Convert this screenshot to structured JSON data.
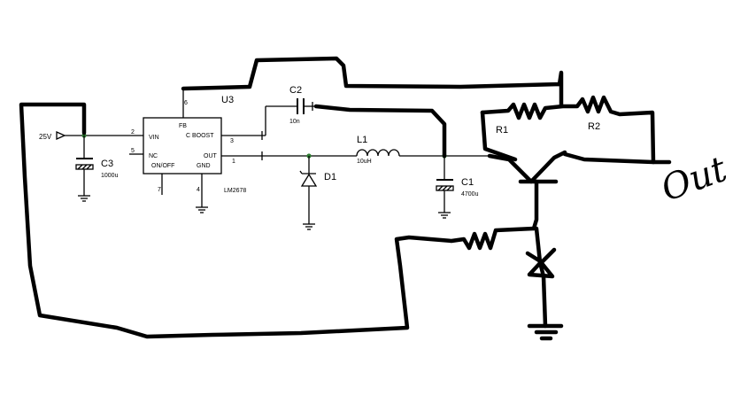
{
  "supply": {
    "label": "25V"
  },
  "ic": {
    "ref": "U3",
    "part": "LM2678",
    "pins": {
      "fb": "FB",
      "vin": "VIN",
      "cboost": "C BOOST",
      "nc": "NC",
      "out": "OUT",
      "onoff": "ON/OFF",
      "gnd": "GND"
    },
    "pin_numbers": {
      "fb": "6",
      "vin": "2",
      "cboost": "3",
      "nc": "5",
      "out": "1",
      "onoff": "7",
      "gnd": "4"
    }
  },
  "components": {
    "c3": {
      "ref": "C3",
      "value": "1000u"
    },
    "c2": {
      "ref": "C2",
      "value": "10n"
    },
    "l1": {
      "ref": "L1",
      "value": "10uH"
    },
    "d1": {
      "ref": "D1"
    },
    "c1": {
      "ref": "C1",
      "value": "4700u"
    },
    "r1": {
      "ref": "R1"
    },
    "r2": {
      "ref": "R2"
    }
  },
  "handwritten": {
    "out_label": "Out"
  },
  "colors": {
    "junction": "#2e7d32",
    "ink": "#000000"
  }
}
